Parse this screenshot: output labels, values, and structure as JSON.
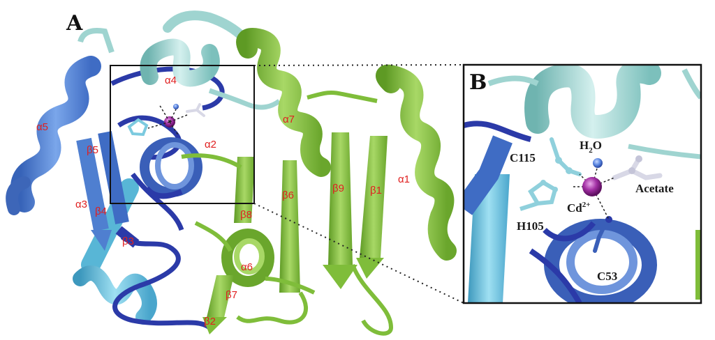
{
  "panels": {
    "a_letter": "A",
    "b_letter": "B"
  },
  "secondary_structure_labels": {
    "alpha5": "α5",
    "alpha3": "α3",
    "alpha4": "α4",
    "alpha2": "α2",
    "alpha7": "α7",
    "alpha1": "α1",
    "alpha6": "α6",
    "beta5": "β5",
    "beta4": "β4",
    "beta3": "β3",
    "beta2": "β2",
    "beta7": "β7",
    "beta6": "β6",
    "beta9": "β9",
    "beta1": "β1",
    "beta8": "β8"
  },
  "site_labels": {
    "c115": "C115",
    "water_h": "H",
    "water_sub": "2",
    "water_o": "O",
    "acetate": "Acetate",
    "cd": "Cd",
    "cd_charge": "2+",
    "h105": "H105",
    "c53": "C53"
  },
  "colors": {
    "blue_domain": "#4f7fd0",
    "dark_blue_loop": "#2b3aa8",
    "cyan_domain": "#58b6d6",
    "pale_cyan_domain": "#9fd4d0",
    "green_domain": "#7fbd3a",
    "metal": "#9a2a9a",
    "water": "#5a86e0",
    "label_red": "#e02020"
  }
}
